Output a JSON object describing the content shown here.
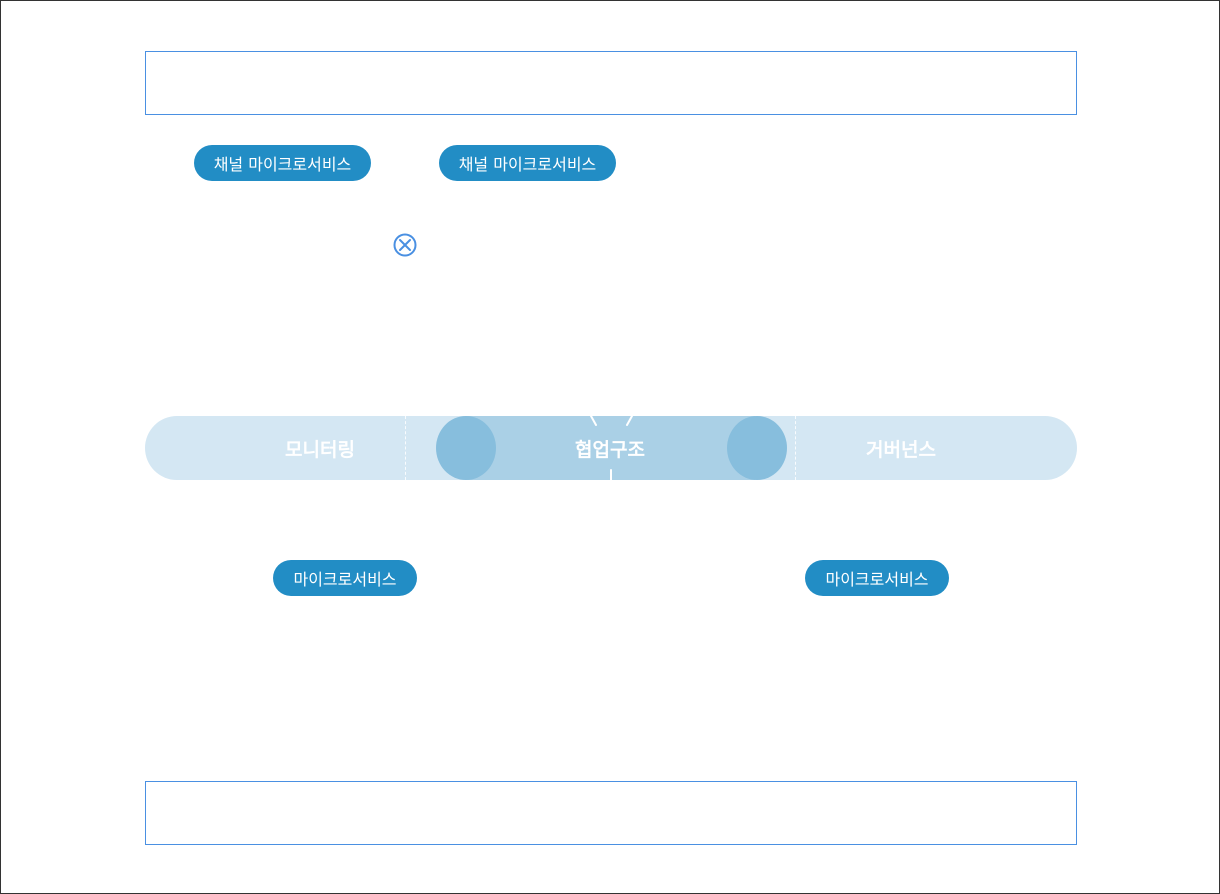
{
  "pills": {
    "channel_1": "채널 마이크로서비스",
    "channel_2": "채널 마이크로서비스",
    "micro_1": "마이크로서비스",
    "micro_2": "마이크로서비스"
  },
  "band": {
    "left_label": "모니터링",
    "center_label": "협업구조",
    "right_label": "거버넌스"
  },
  "icons": {
    "close": "circle-x-icon"
  },
  "colors": {
    "outline": "#4a90e2",
    "pill": "#228dc5",
    "band": "#d4e7f3",
    "band_center": "#aad0e6",
    "band_circle": "#87bedd"
  }
}
